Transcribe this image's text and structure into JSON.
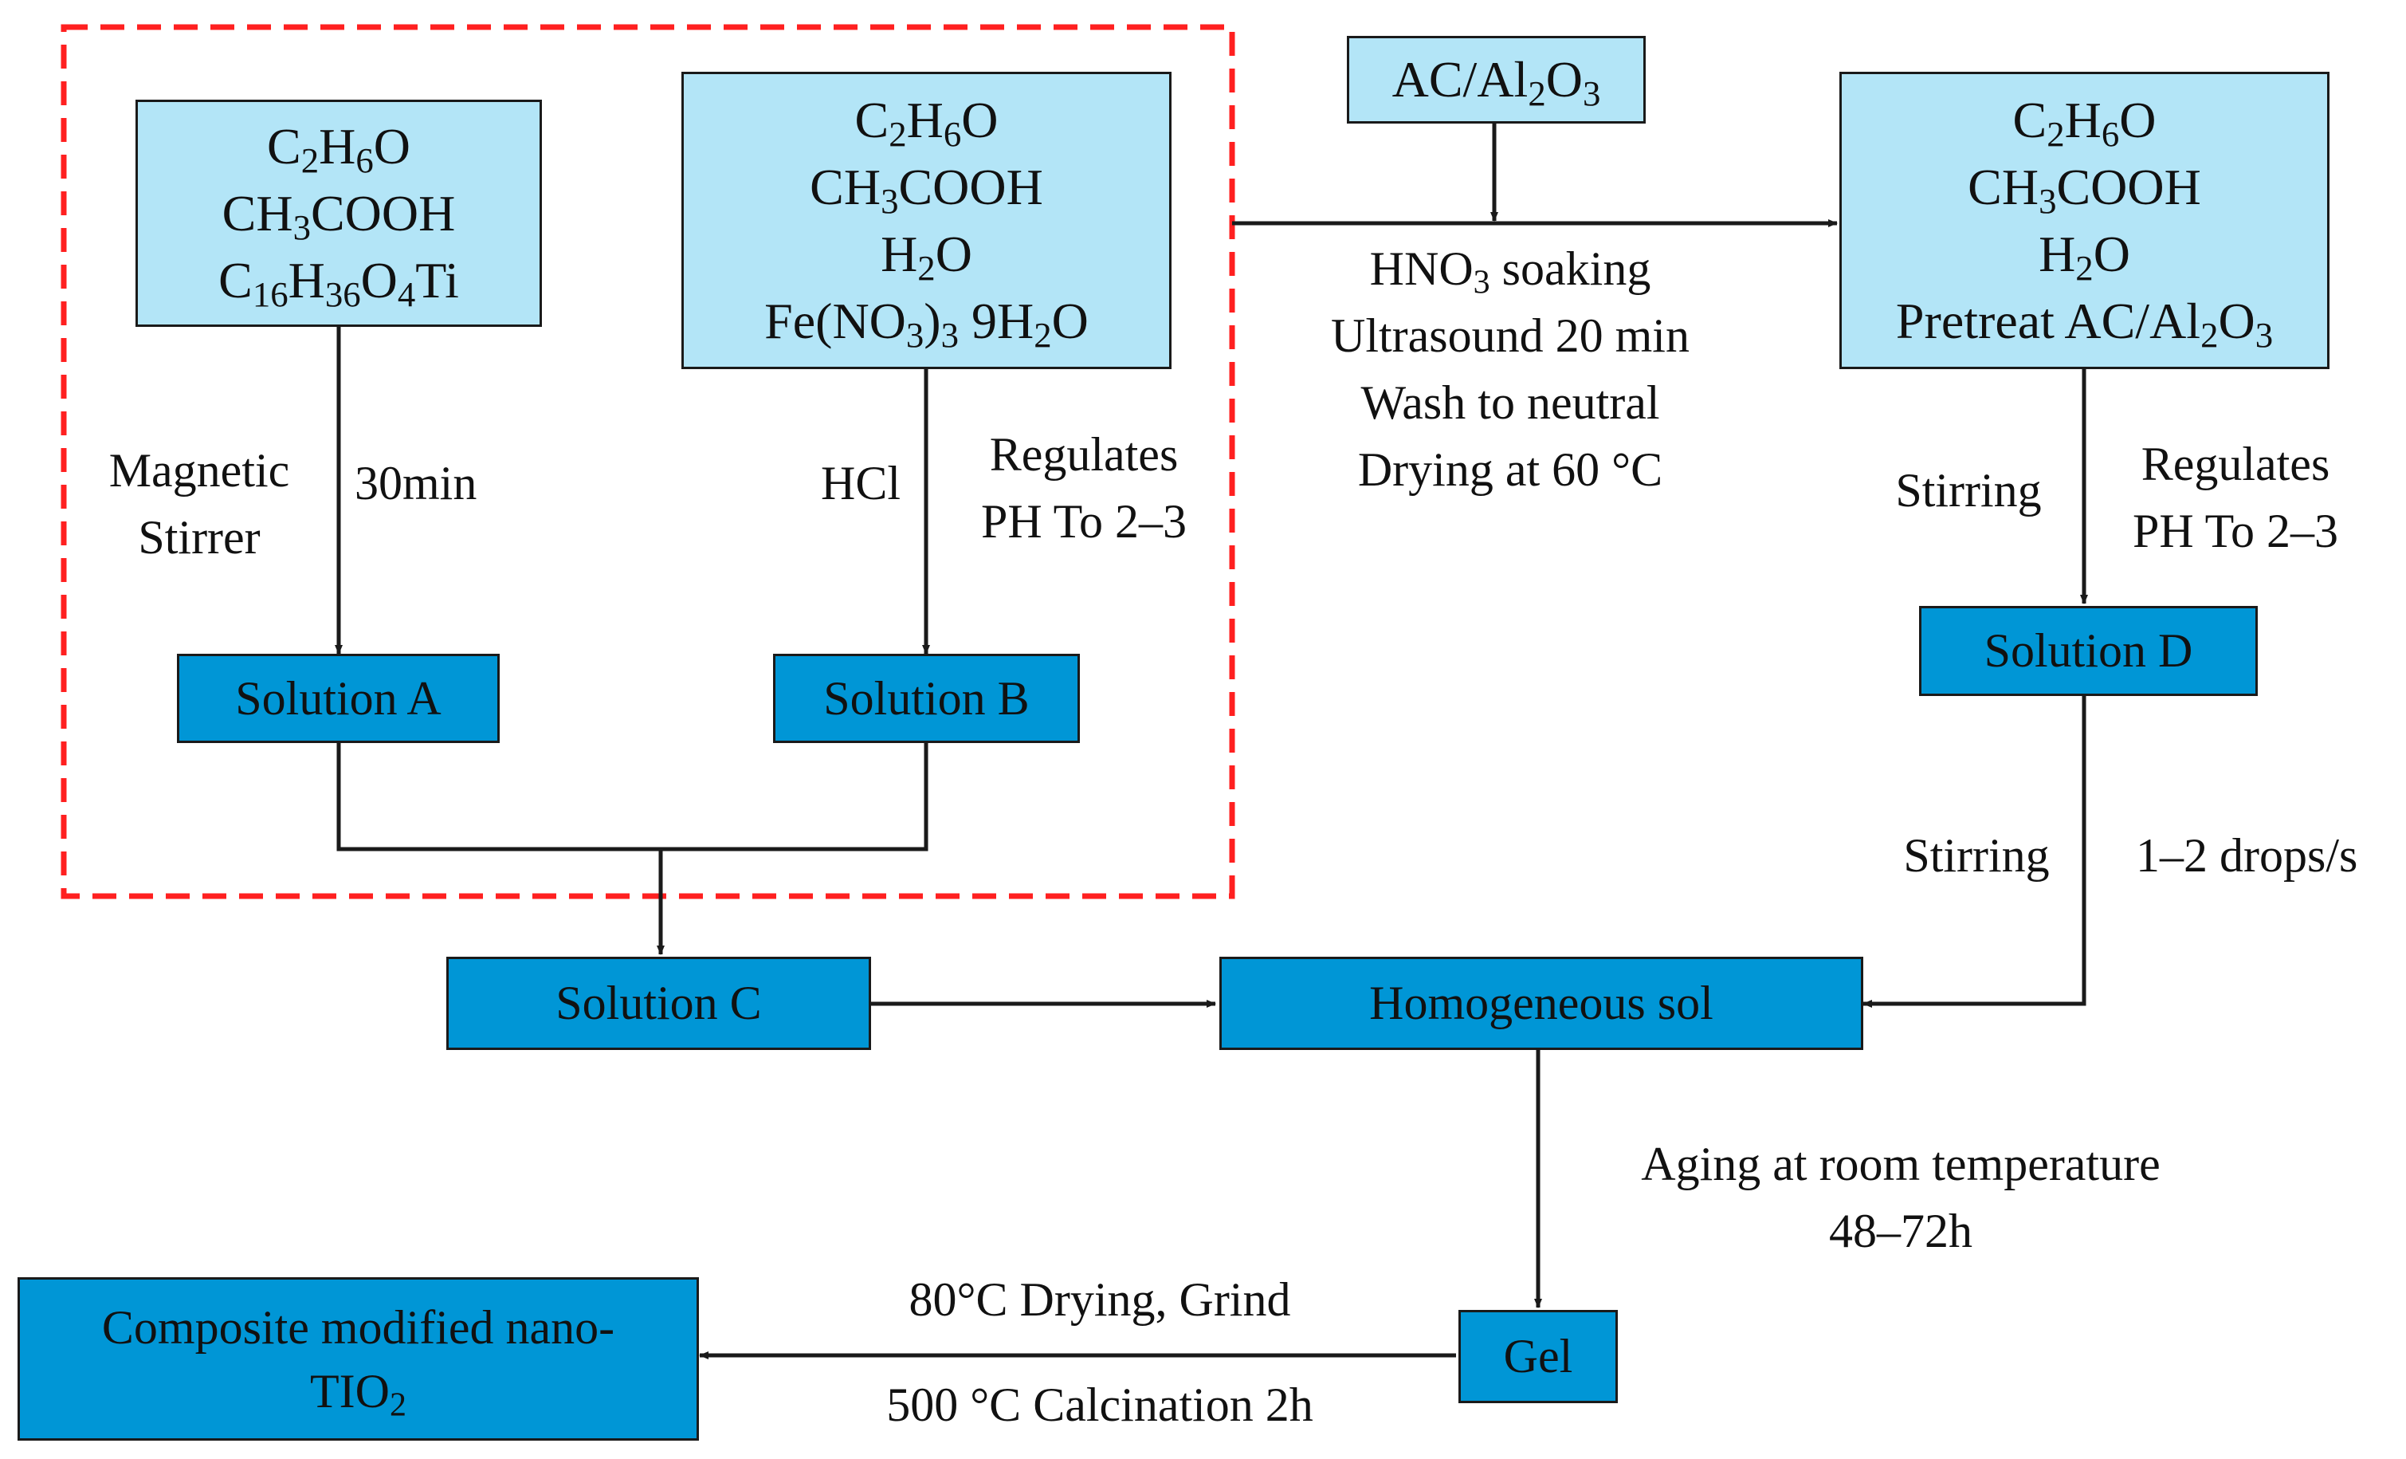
{
  "colors": {
    "reagent_box": "#b3e5f7",
    "solution_box": "#0096d6",
    "border": "#1a1a1a",
    "dashed_frame": "#ff2020",
    "arrow": "#1a1a1a"
  },
  "reagents_a": [
    [
      {
        "t": "C"
      },
      {
        "s": "2"
      },
      {
        "t": "H"
      },
      {
        "s": "6"
      },
      {
        "t": "O"
      }
    ],
    [
      {
        "t": "CH"
      },
      {
        "s": "3"
      },
      {
        "t": "COOH"
      }
    ],
    [
      {
        "t": "C"
      },
      {
        "s": "16"
      },
      {
        "t": "H"
      },
      {
        "s": "36"
      },
      {
        "t": "O"
      },
      {
        "s": "4"
      },
      {
        "t": "Ti"
      }
    ]
  ],
  "reagents_b": [
    [
      {
        "t": "C"
      },
      {
        "s": "2"
      },
      {
        "t": "H"
      },
      {
        "s": "6"
      },
      {
        "t": "O"
      }
    ],
    [
      {
        "t": "CH"
      },
      {
        "s": "3"
      },
      {
        "t": "COOH"
      }
    ],
    [
      {
        "t": "H"
      },
      {
        "s": "2"
      },
      {
        "t": "O"
      }
    ],
    [
      {
        "t": "Fe(NO"
      },
      {
        "s": "3"
      },
      {
        "t": ")"
      },
      {
        "s": "3"
      },
      {
        "t": " 9H"
      },
      {
        "s": "2"
      },
      {
        "t": "O"
      }
    ]
  ],
  "support": [
    [
      {
        "t": "AC/Al"
      },
      {
        "s": "2"
      },
      {
        "t": "O"
      },
      {
        "s": "3"
      }
    ]
  ],
  "reagents_d": [
    [
      {
        "t": "C"
      },
      {
        "s": "2"
      },
      {
        "t": "H"
      },
      {
        "s": "6"
      },
      {
        "t": "O"
      }
    ],
    [
      {
        "t": "CH"
      },
      {
        "s": "3"
      },
      {
        "t": "COOH"
      }
    ],
    [
      {
        "t": "H"
      },
      {
        "s": "2"
      },
      {
        "t": "O"
      }
    ],
    [
      {
        "t": "Pretreat AC/Al"
      },
      {
        "s": "2"
      },
      {
        "t": "O"
      },
      {
        "s": "3"
      }
    ]
  ],
  "solution_a": "Solution A",
  "solution_b": "Solution B",
  "solution_c": "Solution C",
  "solution_d": "Solution D",
  "homogeneous_sol": "Homogeneous sol",
  "gel": "Gel",
  "product": [
    [
      {
        "t": "Composite modified nano-"
      }
    ],
    [
      {
        "t": "TIO"
      },
      {
        "s": "2"
      }
    ]
  ],
  "labels": {
    "magnetic_stirrer": [
      [
        {
          "t": "Magnetic"
        }
      ],
      [
        {
          "t": "Stirrer"
        }
      ]
    ],
    "time_30": [
      [
        {
          "t": "30min"
        }
      ]
    ],
    "hcl": [
      [
        {
          "t": "HCl"
        }
      ]
    ],
    "regulates_b": [
      [
        {
          "t": "Regulates"
        }
      ],
      [
        {
          "t": "PH To 2–3"
        }
      ]
    ],
    "pretreatment": [
      [
        {
          "t": "HNO"
        },
        {
          "s": "3"
        },
        {
          "t": " soaking"
        }
      ],
      [
        {
          "t": "Ultrasound 20 min"
        }
      ],
      [
        {
          "t": "Wash to neutral"
        }
      ],
      [
        {
          "t": "Drying at 60 °C"
        }
      ]
    ],
    "stirring_d": [
      [
        {
          "t": "Stirring"
        }
      ]
    ],
    "regulates_d": [
      [
        {
          "t": "Regulates"
        }
      ],
      [
        {
          "t": "PH To 2–3"
        }
      ]
    ],
    "stirring_sol": [
      [
        {
          "t": "Stirring"
        }
      ]
    ],
    "drop_rate": [
      [
        {
          "t": "1–2 drops/s"
        }
      ]
    ],
    "aging": [
      [
        {
          "t": "Aging at room temperature"
        }
      ],
      [
        {
          "t": "48–72h"
        }
      ]
    ],
    "drying_grind": [
      [
        {
          "t": "80°C Drying, Grind"
        }
      ]
    ],
    "calcination": [
      [
        {
          "t": "500 °C Calcination 2h"
        }
      ]
    ]
  }
}
